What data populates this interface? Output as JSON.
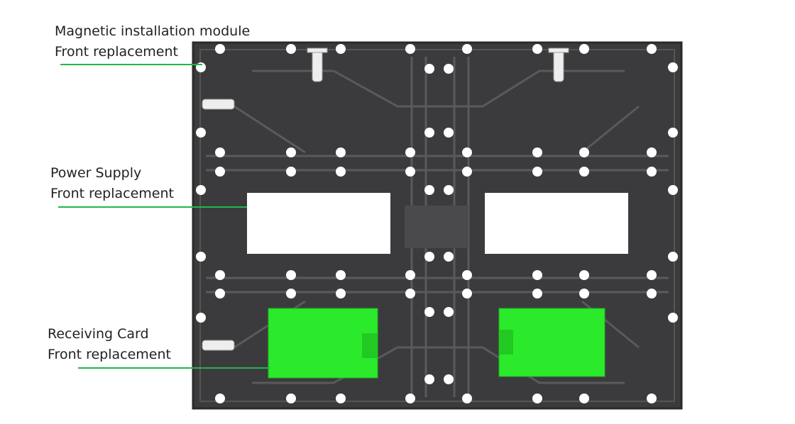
{
  "callouts": [
    {
      "title": "Magnetic installation module",
      "subtitle": "Front replacement"
    },
    {
      "title": "Power Supply",
      "subtitle": "Front replacement"
    },
    {
      "title": "Receiving Card",
      "subtitle": "Front replacement"
    }
  ],
  "colors": {
    "leader_line": "#1fb84a",
    "card": "#2bea2b",
    "cabinet": "#3b3b3d"
  }
}
